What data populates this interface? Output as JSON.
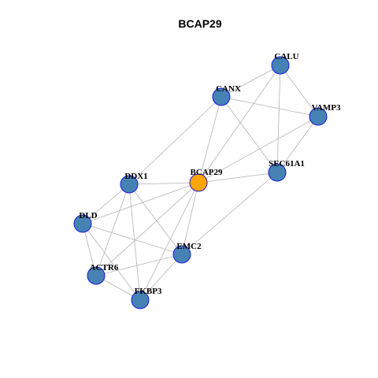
{
  "title": "BCAP29",
  "colors": {
    "node_default": "#4682b4",
    "node_highlight": "#ffa500",
    "node_border": "#1a1adb",
    "edge": "#b3b3b3"
  },
  "nodes": [
    {
      "id": "CALU",
      "highlight": false
    },
    {
      "id": "CANX",
      "highlight": false
    },
    {
      "id": "VAMP3",
      "highlight": false
    },
    {
      "id": "SEC61A1",
      "highlight": false
    },
    {
      "id": "BCAP29",
      "highlight": true
    },
    {
      "id": "DDX1",
      "highlight": false
    },
    {
      "id": "DLD",
      "highlight": false
    },
    {
      "id": "EMC2",
      "highlight": false
    },
    {
      "id": "ACTR6",
      "highlight": false
    },
    {
      "id": "FKBP3",
      "highlight": false
    }
  ],
  "edges": [
    [
      "CALU",
      "CANX"
    ],
    [
      "CALU",
      "VAMP3"
    ],
    [
      "CALU",
      "SEC61A1"
    ],
    [
      "CALU",
      "BCAP29"
    ],
    [
      "CANX",
      "VAMP3"
    ],
    [
      "CANX",
      "SEC61A1"
    ],
    [
      "CANX",
      "BCAP29"
    ],
    [
      "CANX",
      "DDX1"
    ],
    [
      "VAMP3",
      "SEC61A1"
    ],
    [
      "VAMP3",
      "BCAP29"
    ],
    [
      "SEC61A1",
      "BCAP29"
    ],
    [
      "SEC61A1",
      "EMC2"
    ],
    [
      "BCAP29",
      "DDX1"
    ],
    [
      "BCAP29",
      "DLD"
    ],
    [
      "BCAP29",
      "EMC2"
    ],
    [
      "BCAP29",
      "ACTR6"
    ],
    [
      "BCAP29",
      "FKBP3"
    ],
    [
      "DDX1",
      "DLD"
    ],
    [
      "DDX1",
      "EMC2"
    ],
    [
      "DDX1",
      "ACTR6"
    ],
    [
      "DDX1",
      "FKBP3"
    ],
    [
      "DLD",
      "EMC2"
    ],
    [
      "DLD",
      "ACTR6"
    ],
    [
      "DLD",
      "FKBP3"
    ],
    [
      "EMC2",
      "ACTR6"
    ],
    [
      "EMC2",
      "FKBP3"
    ],
    [
      "ACTR6",
      "FKBP3"
    ]
  ]
}
